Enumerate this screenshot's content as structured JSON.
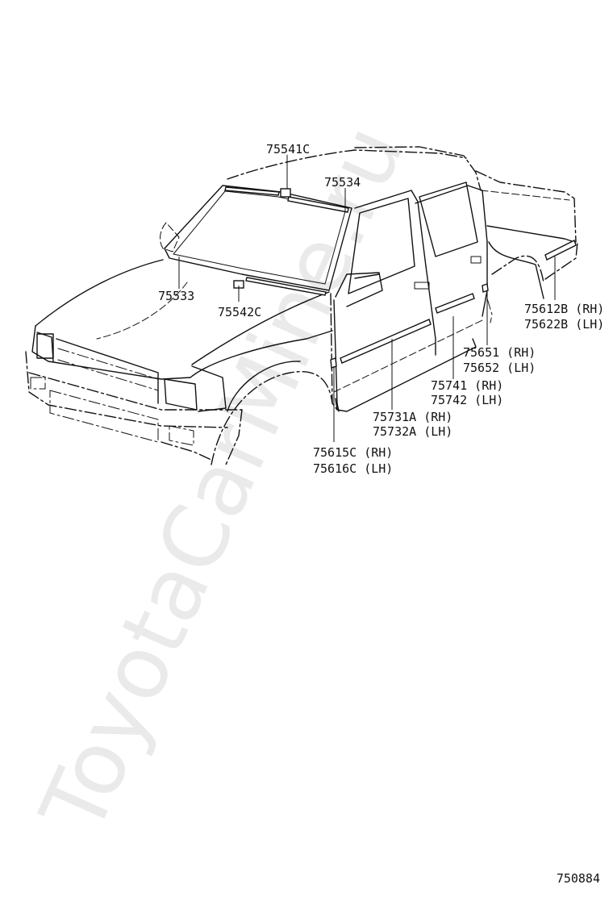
{
  "watermark": "ToyotaCarMine.ru",
  "callouts": [
    {
      "id": "c-75541c",
      "lines": [
        "75541C"
      ]
    },
    {
      "id": "c-75534",
      "lines": [
        "75534"
      ]
    },
    {
      "id": "c-75533",
      "lines": [
        "75533"
      ]
    },
    {
      "id": "c-75542c",
      "lines": [
        "75542C"
      ]
    },
    {
      "id": "c-75612b",
      "lines": [
        "75612B (RH)",
        "75622B (LH)"
      ]
    },
    {
      "id": "c-75651",
      "lines": [
        "75651 (RH)",
        "75652 (LH)"
      ]
    },
    {
      "id": "c-75741",
      "lines": [
        "75741 (RH)",
        "75742 (LH)"
      ]
    },
    {
      "id": "c-75731a",
      "lines": [
        "75731A (RH)",
        "75732A (LH)"
      ]
    },
    {
      "id": "c-75615c",
      "lines": [
        "75615C (RH)",
        "75616C (LH)"
      ]
    }
  ],
  "diagram_id": "750884"
}
